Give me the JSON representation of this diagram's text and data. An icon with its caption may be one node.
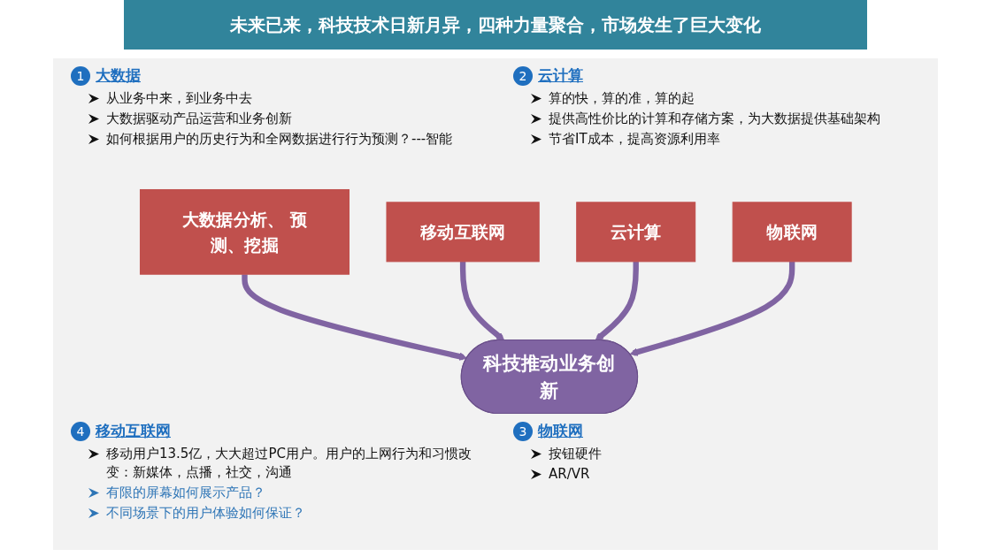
{
  "diagram": {
    "title": "未来已来，科技技术日新月异，四种力量聚合，市场发生了巨大变化",
    "nodes": [
      {
        "text": [
          "大数据分析、 预测、挖掘"
        ]
      },
      {
        "text": [
          "移动互联网"
        ]
      },
      {
        "text": [
          "科技推动业务创新"
        ]
      },
      {
        "text": [
          "云计算"
        ]
      },
      {
        "text": [
          "物联网"
        ]
      }
    ],
    "edges": [
      {
        "from": 0,
        "to": 2,
        "arrow": "to"
      },
      {
        "from": 1,
        "to": 2,
        "arrow": "to"
      },
      {
        "from": 3,
        "to": 2,
        "arrow": "to"
      },
      {
        "from": 4,
        "to": 2,
        "arrow": "to"
      }
    ],
    "labels": [
      "1",
      "大数据",
      "从业务中来，到业务中去",
      "大数据驱动产品运营和业务创新",
      "如何根据用户的历史行为和全网数据进行行为预测？---智能",
      "2",
      "云计算",
      "算的快，算的准，算的起",
      "提供高性价比的计算和存储方案，为大数据提供基础架构",
      "节省IT成本，提高资源利用率",
      "4",
      "移动互联网",
      "移动用户13.5亿，大大超过PC用户。用户的上网行为和习惯改变：新媒体，点播，社交，沟通",
      "有限的屏幕如何展示产品？",
      "不同场景下的用户体验如何保证？",
      "3",
      "物联网",
      "按钮硬件",
      "AR/VR"
    ]
  }
}
